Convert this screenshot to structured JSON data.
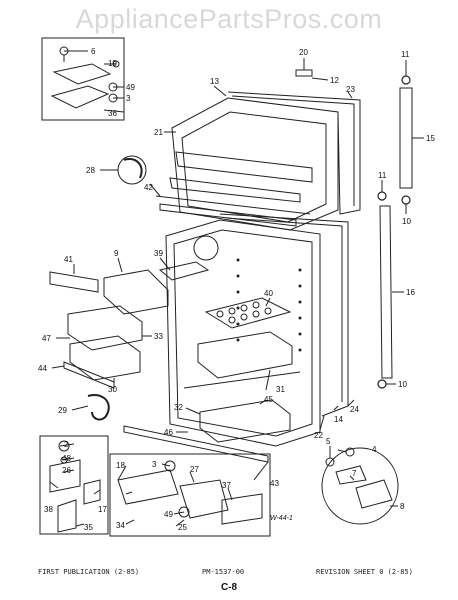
{
  "watermark": "AppliancePartsPros.com",
  "callouts": [
    "6",
    "19",
    "49",
    "3",
    "36",
    "20",
    "12",
    "13",
    "23",
    "11",
    "15",
    "21",
    "28",
    "42",
    "11",
    "10",
    "39",
    "9",
    "41",
    "40",
    "16",
    "47",
    "33",
    "44",
    "30",
    "31",
    "29",
    "32",
    "45",
    "22",
    "14",
    "24",
    "10",
    "46",
    "43",
    "2",
    "48",
    "26",
    "38",
    "35",
    "18",
    "3",
    "27",
    "17",
    "37",
    "49",
    "34",
    "25",
    "4",
    "5",
    "7",
    "8"
  ],
  "handwriting": "W-44-1",
  "footer": {
    "left": "FIRST PUBLICATION (2-85)",
    "center": "PM-1537-00",
    "right": "REVISION SHEET 0 (2-85)",
    "page": "C-8"
  }
}
